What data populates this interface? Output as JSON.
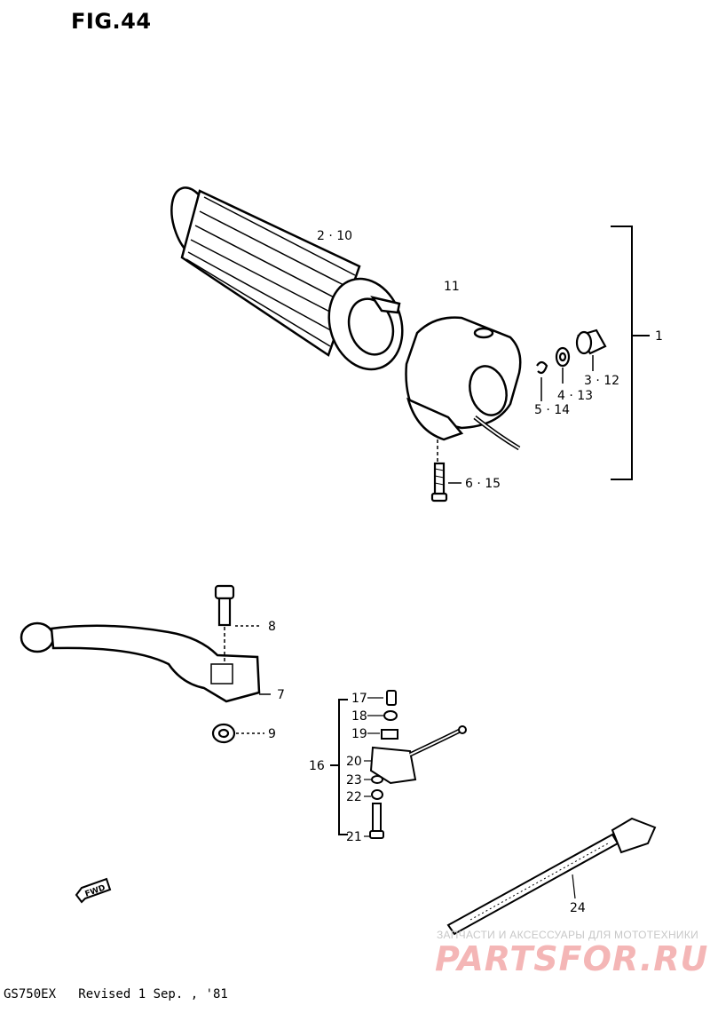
{
  "figure_title": "FIG.44",
  "footer": "GS750EX   Revised 1 Sep. , '81",
  "watermark": {
    "line1": "ЗАПЧАСТИ И АКСЕССУАРЫ ДЛЯ МОТОТЕХНИКИ",
    "line2": "PARTSFOR.RU"
  },
  "callouts": {
    "c2_10": "2 · 10",
    "c11": "11",
    "c1": "1",
    "c3_12": "3 · 12",
    "c4_13": "4 · 13",
    "c5_14": "5 · 14",
    "c6_15": "6 · 15",
    "c8": "8",
    "c7": "7",
    "c9": "9",
    "c16": "16",
    "c17": "17",
    "c18": "18",
    "c19": "19",
    "c20": "20",
    "c23": "23",
    "c22": "22",
    "c21": "21",
    "c24": "24",
    "fwd": "FWD"
  }
}
